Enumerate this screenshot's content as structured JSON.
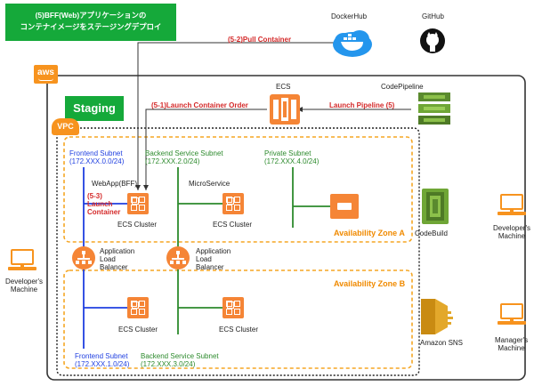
{
  "title_banner": "(5)BFF(Web)アプリケーションの\nコンテナイメージをステージングデプロイ",
  "cloud": {
    "badge": "aws"
  },
  "environment": {
    "label": "Staging"
  },
  "vpc": {
    "badge": "VPC"
  },
  "external": {
    "dockerhub": "DockerHub",
    "github": "GitHub",
    "codepipeline": "CodePipeline",
    "codebuild": "CodeBuild",
    "amazon_sns": "Amazon SNS",
    "ecs": "ECS"
  },
  "steps": {
    "pull_container": "(5-2)Pull Container",
    "launch_container_order": "(5-1)Launch Container Order",
    "launch_pipeline": "Launch Pipeline (5)",
    "launch_container": "(5-3)\nLaunch\nContainer"
  },
  "zones": {
    "a": "Availability Zone A",
    "b": "Availability Zone B"
  },
  "subnets": {
    "frontend_a": "Frontend Subnet\n(172.XXX.0.0/24)",
    "backend_a": "Backend Service Subnet\n(172.XXX.2.0/24)",
    "private_a": "Private Subnet\n(172.XXX.4.0/24)",
    "frontend_b": "Frontend Subnet\n(172.XXX.1.0/24)",
    "backend_b": "Backend Service Subnet\n(172.XXX.3.0/24)"
  },
  "services": {
    "webapp": "WebApp(BFF)",
    "microservice": "MicroService",
    "ecs_cluster": "ECS Cluster",
    "alb": "Application\nLoad\nBalancer"
  },
  "machines": {
    "developer_left": "Developer's\nMachine",
    "developer_right": "Developer's\nMachine",
    "manager": "Manager's\nMachine"
  },
  "colors": {
    "aws_orange": "#f7931e",
    "ecs_orange": "#f58536",
    "banner_green": "#15a93a",
    "frontend_blue": "#1f3fe0",
    "backend_green": "#2c8a2c",
    "step_red": "#d42a2a",
    "zone_orange": "#f08a00"
  }
}
